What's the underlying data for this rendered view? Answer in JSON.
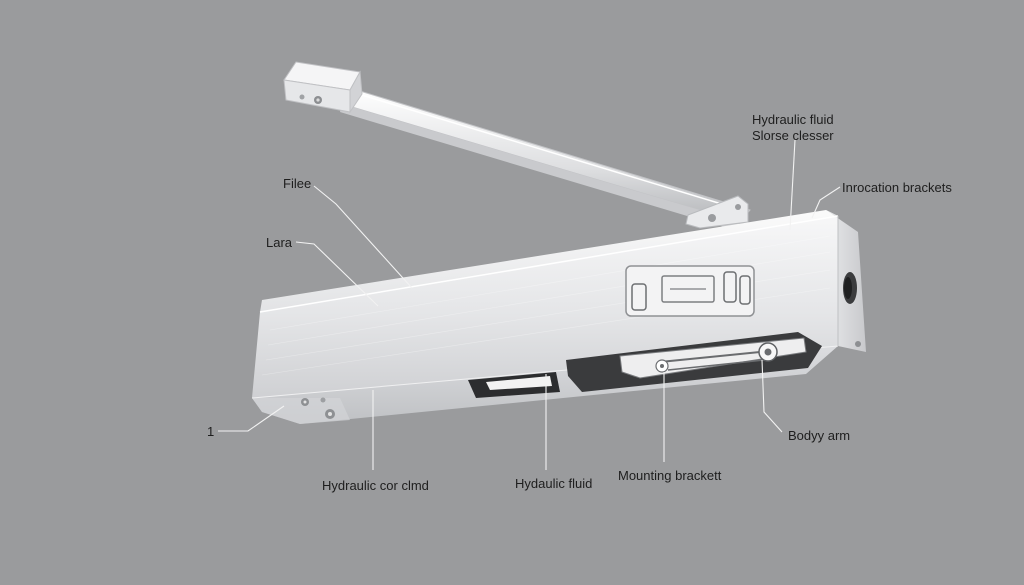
{
  "labels": {
    "top_line1": "Hydraulic fluid",
    "top_line2": "Slorse clesser",
    "brackets": "Inrocation brackets",
    "filee": "Filee",
    "lara": "Lara",
    "one": "1",
    "hydraulic_cylinder": "Hydraulic cor clmd",
    "hydraulic_fluid": "Hydaulic fluid",
    "mounting_bracket": "Mounting brackett",
    "body_arm": "Bodyy arm"
  },
  "colors": {
    "background": "#9a9b9d",
    "aluminium_light": "#f4f4f5",
    "aluminium_mid": "#d9dadc",
    "aluminium_dark": "#b9bbbe",
    "recess": "#3a3b3d",
    "leader_line": "#f2f2f2",
    "label_text": "#1e1e1e"
  },
  "icons": [
    "screw-icon",
    "adjustment-valve-icon",
    "rail-slot-icon"
  ]
}
